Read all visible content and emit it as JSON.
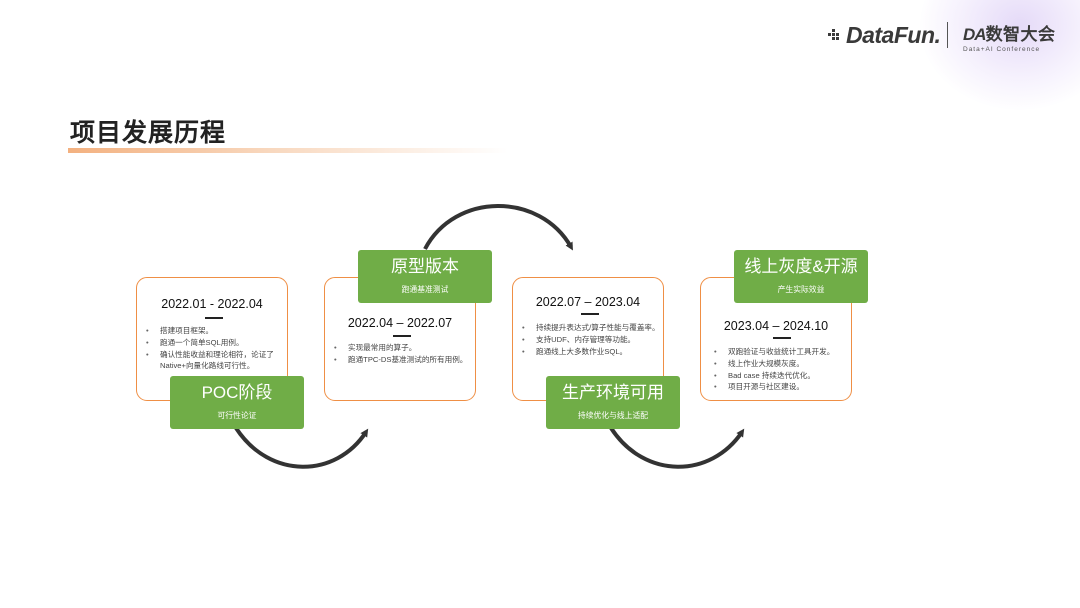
{
  "brand": {
    "datafun": "DataFun.",
    "da_main": "数智大会",
    "da_sub": "Data+AI Conference"
  },
  "page_title": "项目发展历程",
  "stages": [
    {
      "date": "2022.01 - 2022.04",
      "name": "POC阶段",
      "desc": "可行性论证",
      "bullets": [
        "搭建项目框架。",
        "跑通一个简单SQL用例。",
        "确认性能收益和理论相符，论证了Native+向量化路线可行性。"
      ]
    },
    {
      "date": "2022.04 – 2022.07",
      "name": "原型版本",
      "desc": "跑通基准测试",
      "bullets": [
        "实现最常用的算子。",
        "跑通TPC-DS基准测试的所有用例。"
      ]
    },
    {
      "date": "2022.07 – 2023.04",
      "name": "生产环境可用",
      "desc": "持续优化与线上适配",
      "bullets": [
        "持续提升表达式/算子性能与覆盖率。",
        "支持UDF、内存管理等功能。",
        "跑通线上大多数作业SQL。"
      ]
    },
    {
      "date": "2023.04 – 2024.10",
      "name": "线上灰度&开源",
      "desc": "产生实际效益",
      "bullets": [
        "双跑验证与收益统计工具开发。",
        "线上作业大规模灰度。",
        "Bad case 持续迭代优化。",
        "项目开源与社区建设。"
      ]
    }
  ],
  "colors": {
    "green": "#70ad47",
    "orange_border": "#ef8f45",
    "arc": "#333333"
  }
}
